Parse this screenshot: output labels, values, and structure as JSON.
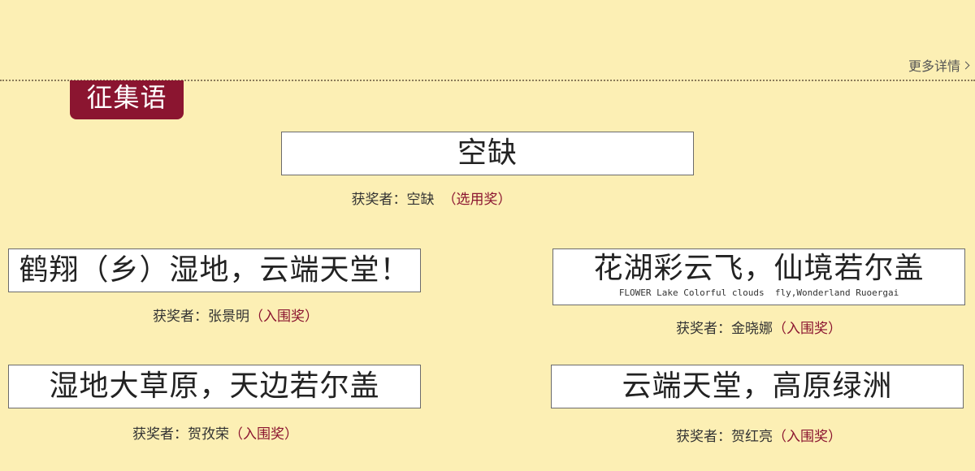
{
  "header": {
    "more_label": "更多详情"
  },
  "section": {
    "title": "征集语"
  },
  "entries": [
    {
      "slogan": "空缺",
      "winner_prefix": "获奖者：",
      "winner_name": "空缺",
      "award": "（选用奖）"
    },
    {
      "slogan": "鹤翔（乡）湿地，云端天堂！",
      "winner_prefix": "获奖者：",
      "winner_name": "张景明",
      "award": "（入围奖）"
    },
    {
      "slogan": "花湖彩云飞，仙境若尔盖",
      "subtitle": "FLOWER Lake Colorful clouds  fly,Wonderland Ruoergai",
      "winner_prefix": "获奖者：",
      "winner_name": "金晓娜",
      "award": "（入围奖）"
    },
    {
      "slogan": "湿地大草原，天边若尔盖",
      "winner_prefix": "获奖者：",
      "winner_name": "贺孜荣",
      "award": "（入围奖）"
    },
    {
      "slogan": "云端天堂，高原绿洲",
      "winner_prefix": "获奖者：",
      "winner_name": "贺红亮",
      "award": "（入围奖）"
    }
  ],
  "colors": {
    "background": "#fcefb4",
    "accent": "#8b1530"
  }
}
